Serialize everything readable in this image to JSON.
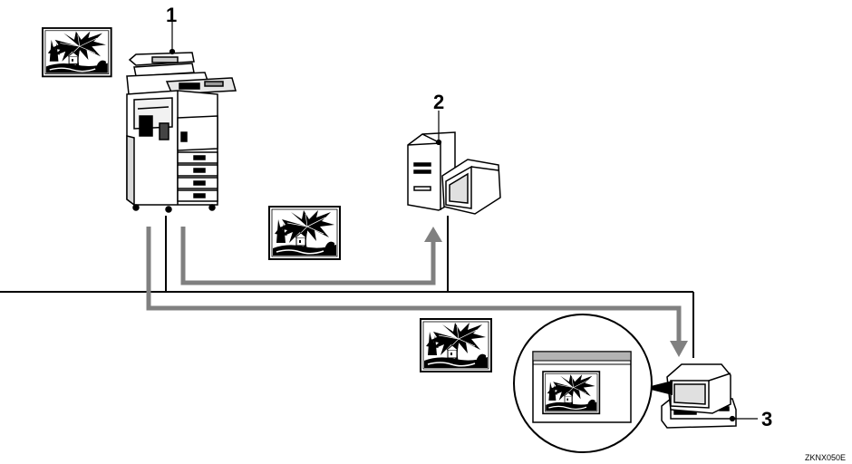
{
  "callouts": {
    "copier": "1",
    "server": "2",
    "client": "3"
  },
  "figure_code": "ZKNX050E",
  "icons": {
    "copier": "multifunction-copier-icon",
    "server": "server-computer-icon",
    "client": "client-computer-icon",
    "image": "palm-tree-photo-icon"
  },
  "colors": {
    "network_line": "#000000",
    "data_arrow": "#808080",
    "background": "#ffffff"
  }
}
